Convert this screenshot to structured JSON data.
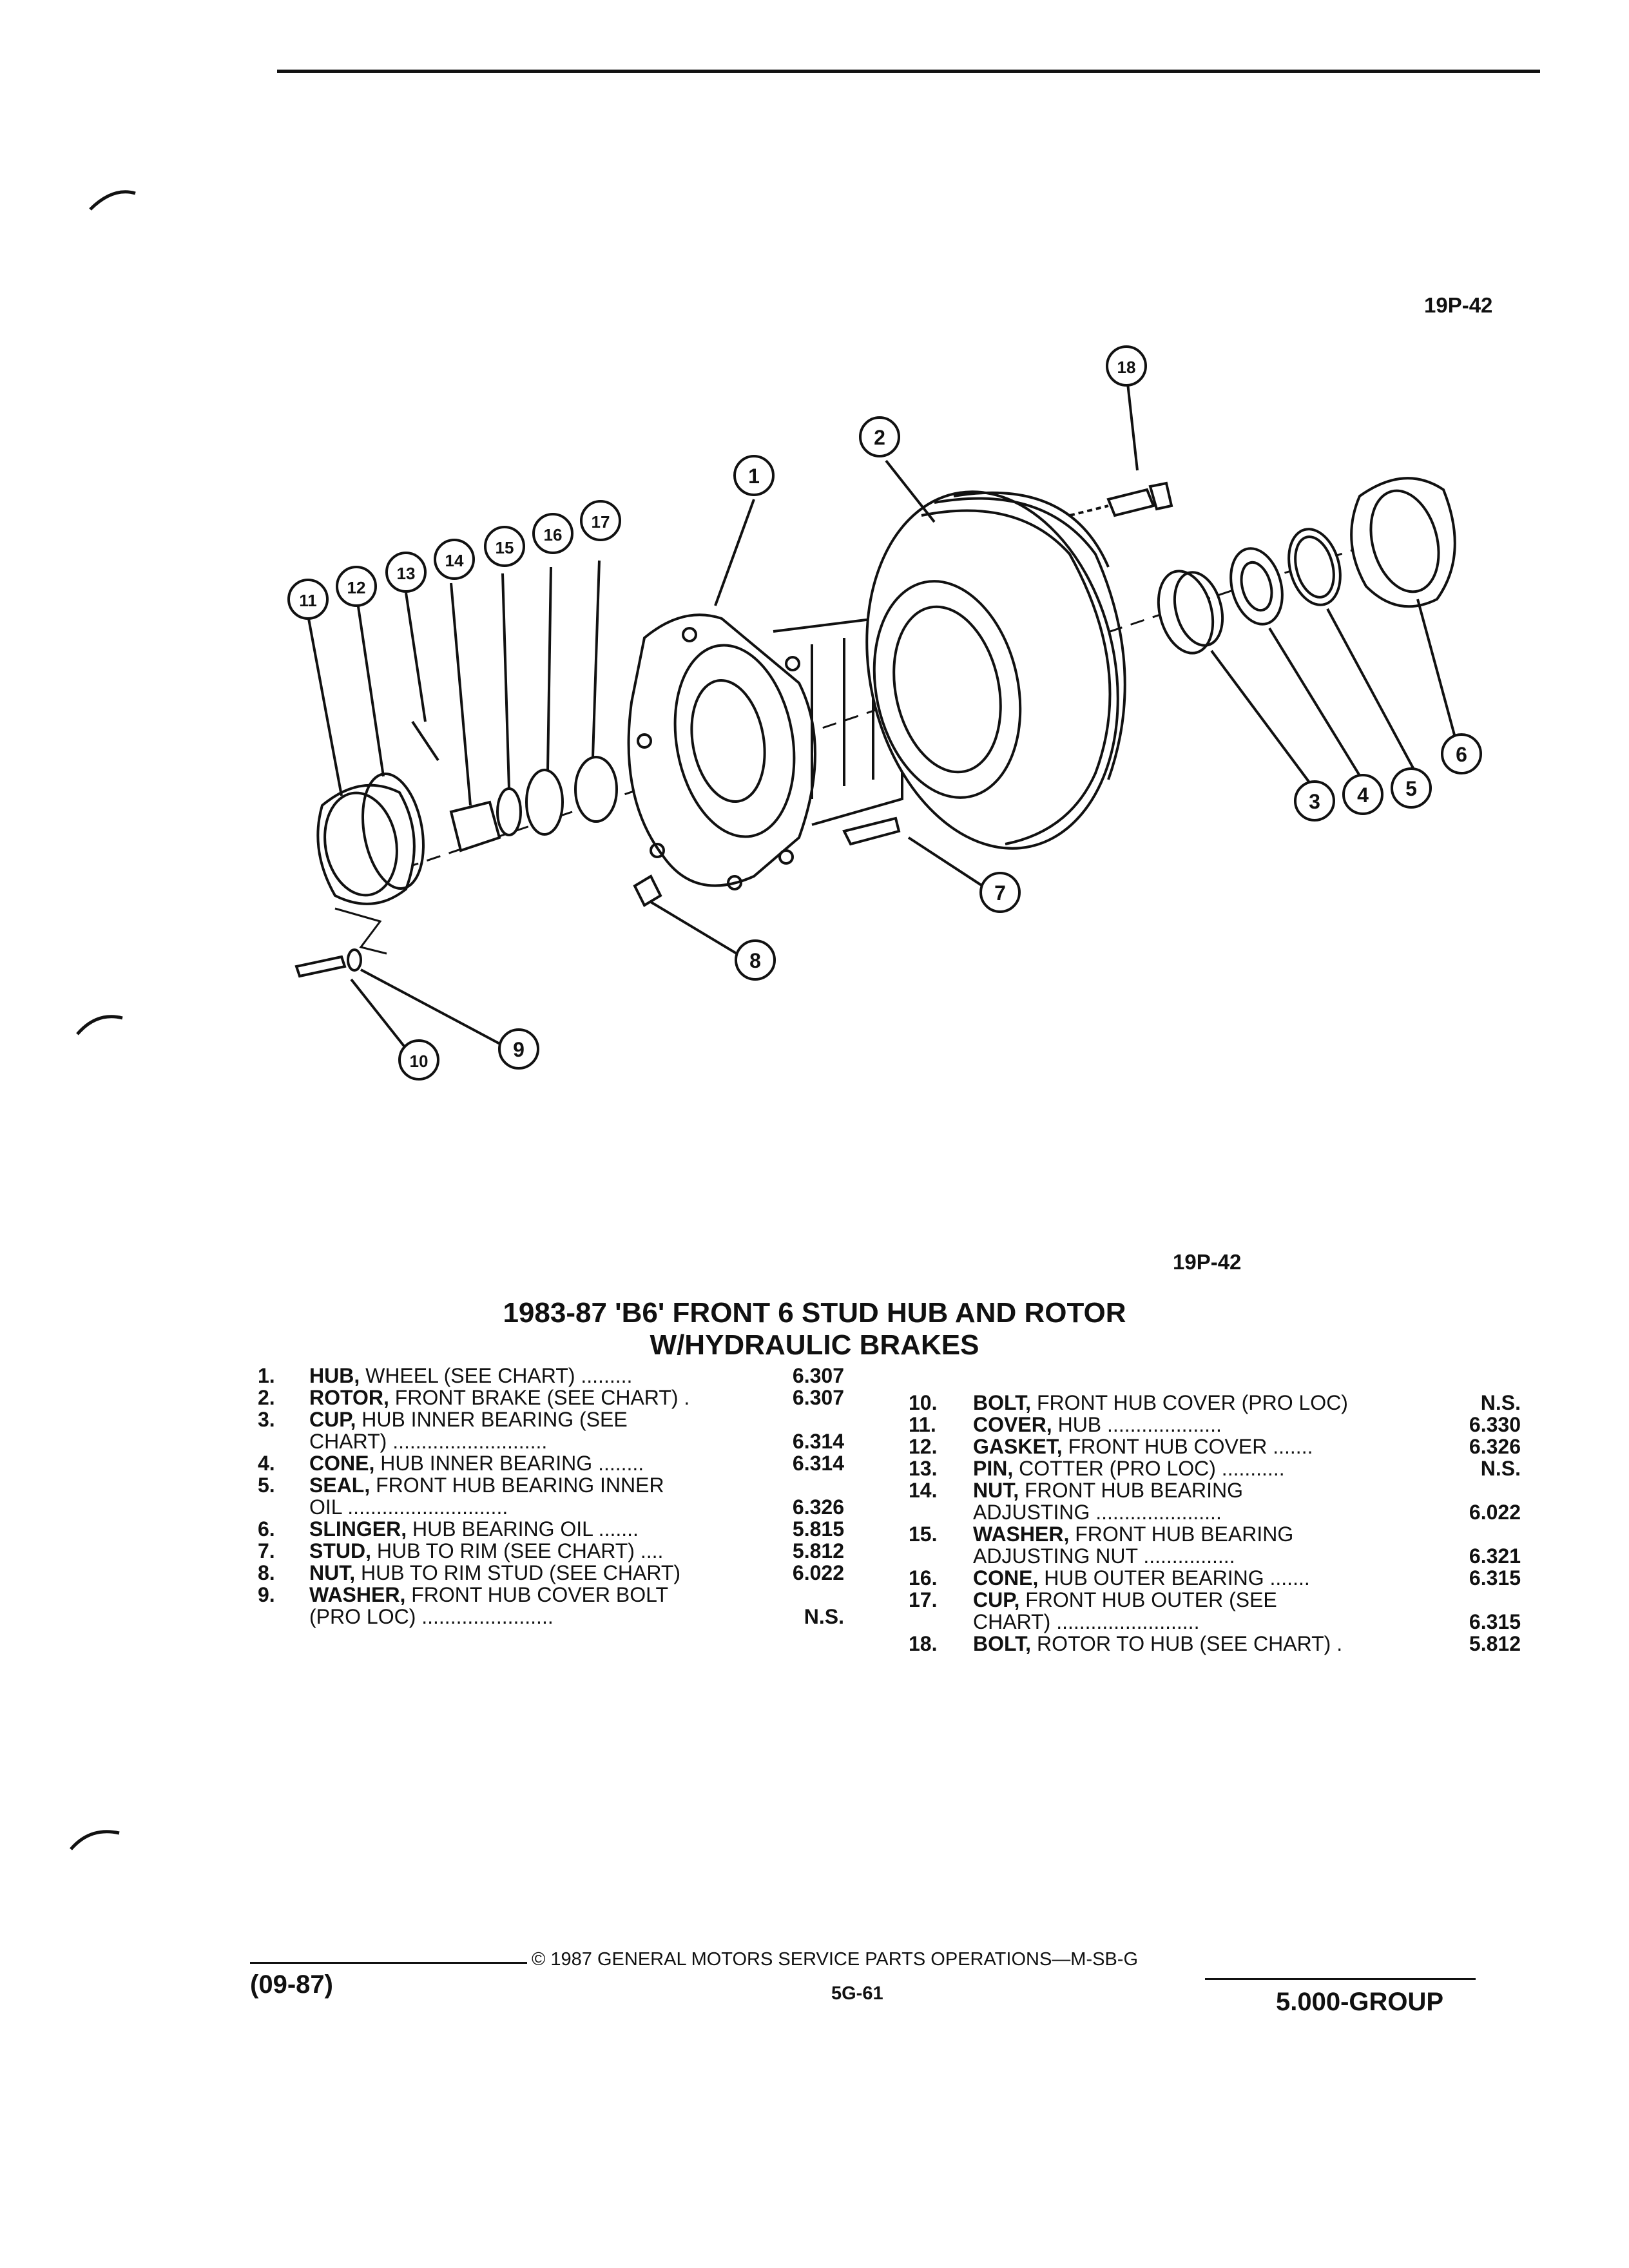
{
  "figure_code_top": "19P-42",
  "figure_code_bottom": "19P-42",
  "title_line1": "1983-87 'B6' FRONT 6 STUD HUB AND ROTOR",
  "title_line2": "W/HYDRAULIC BRAKES",
  "callouts": [
    "1",
    "2",
    "3",
    "4",
    "5",
    "6",
    "7",
    "8",
    "9",
    "10",
    "11",
    "12",
    "13",
    "14",
    "15",
    "16",
    "17",
    "18"
  ],
  "parts_left": [
    {
      "num": "1.",
      "name": "HUB,",
      "desc_lines": [
        "WHEEL (SEE CHART) ........."
      ],
      "code": "6.307"
    },
    {
      "num": "2.",
      "name": "ROTOR,",
      "desc_lines": [
        "FRONT BRAKE (SEE CHART) ."
      ],
      "code": "6.307"
    },
    {
      "num": "3.",
      "name": "CUP,",
      "desc_lines": [
        "HUB INNER BEARING (SEE",
        "CHART) ..........................."
      ],
      "code": "6.314"
    },
    {
      "num": "4.",
      "name": "CONE,",
      "desc_lines": [
        "HUB INNER BEARING ........"
      ],
      "code": "6.314"
    },
    {
      "num": "5.",
      "name": "SEAL,",
      "desc_lines": [
        "FRONT HUB BEARING INNER",
        "OIL ............................"
      ],
      "code": "6.326"
    },
    {
      "num": "6.",
      "name": "SLINGER,",
      "desc_lines": [
        "HUB BEARING OIL ......."
      ],
      "code": "5.815"
    },
    {
      "num": "7.",
      "name": "STUD,",
      "desc_lines": [
        "HUB TO RIM (SEE CHART) ...."
      ],
      "code": "5.812"
    },
    {
      "num": "8.",
      "name": "NUT,",
      "desc_lines": [
        "HUB TO RIM STUD (SEE CHART)"
      ],
      "code": "6.022"
    },
    {
      "num": "9.",
      "name": "WASHER,",
      "desc_lines": [
        "FRONT HUB COVER BOLT",
        "(PRO LOC) ......................."
      ],
      "code": "N.S."
    }
  ],
  "parts_right": [
    {
      "num": "10.",
      "name": "BOLT,",
      "desc_lines": [
        "FRONT HUB COVER (PRO LOC)"
      ],
      "code": "N.S."
    },
    {
      "num": "11.",
      "name": "COVER,",
      "desc_lines": [
        "HUB ...................."
      ],
      "code": "6.330"
    },
    {
      "num": "12.",
      "name": "GASKET,",
      "desc_lines": [
        "FRONT HUB COVER ......."
      ],
      "code": "6.326"
    },
    {
      "num": "13.",
      "name": "PIN,",
      "desc_lines": [
        "COTTER (PRO LOC) ..........."
      ],
      "code": "N.S."
    },
    {
      "num": "14.",
      "name": "NUT,",
      "desc_lines": [
        "FRONT HUB BEARING",
        "ADJUSTING ......................"
      ],
      "code": "6.022"
    },
    {
      "num": "15.",
      "name": "WASHER,",
      "desc_lines": [
        "FRONT HUB BEARING",
        "ADJUSTING NUT ................"
      ],
      "code": "6.321"
    },
    {
      "num": "16.",
      "name": "CONE,",
      "desc_lines": [
        "HUB OUTER BEARING ......."
      ],
      "code": "6.315"
    },
    {
      "num": "17.",
      "name": "CUP,",
      "desc_lines": [
        "FRONT HUB OUTER (SEE",
        "CHART) ........................."
      ],
      "code": "6.315"
    },
    {
      "num": "18.",
      "name": "BOLT,",
      "desc_lines": [
        "ROTOR TO HUB (SEE CHART) ."
      ],
      "code": "5.812"
    }
  ],
  "footer": {
    "date": "(09-87)",
    "copyright": "© 1987 GENERAL MOTORS SERVICE PARTS OPERATIONS—M-SB-G",
    "page": "5G-61",
    "group": "5.000-GROUP"
  }
}
